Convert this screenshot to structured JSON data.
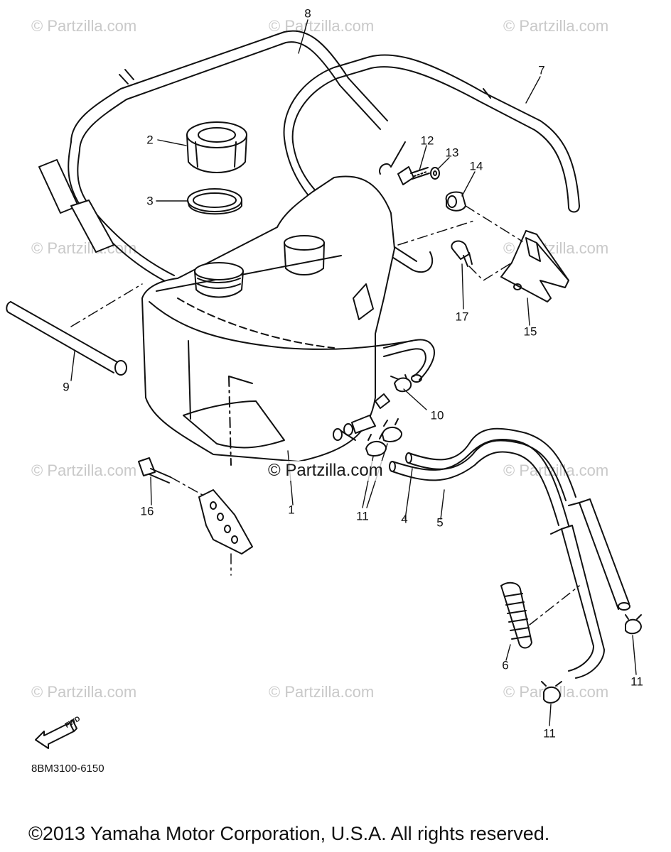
{
  "watermarks": {
    "text": "© Partzilla.com",
    "center": "© Partzilla.com"
  },
  "callouts": {
    "n1": "1",
    "n2": "2",
    "n3": "3",
    "n4": "4",
    "n5": "5",
    "n6": "6",
    "n7": "7",
    "n8": "8",
    "n9": "9",
    "n10": "10",
    "n11a": "11",
    "n11b": "11",
    "n11c": "11",
    "n12": "12",
    "n13": "13",
    "n14": "14",
    "n15": "15",
    "n16": "16",
    "n17": "17"
  },
  "fwd_label": "FWD",
  "diagram_code": "8BM3100-6150",
  "copyright": "©2013  Yamaha Motor Corporation, U.S.A. All rights reserved.",
  "line_color": "#111111"
}
